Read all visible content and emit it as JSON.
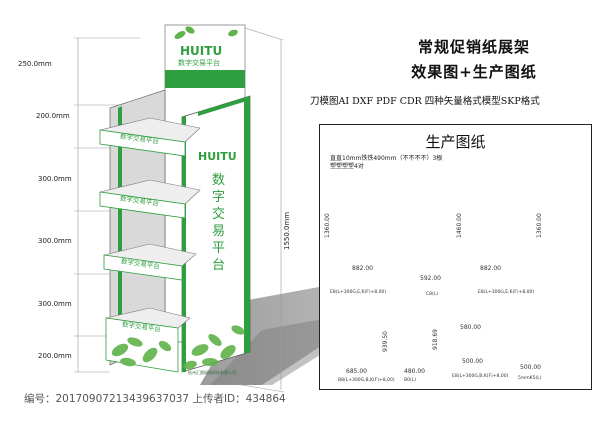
{
  "header": {
    "title_line1": "常规促销纸展架",
    "title_line2": "效果图+生产图纸",
    "formats": "刀模图AI  DXF PDF CDR 四种矢量格式模型SKP格式"
  },
  "render": {
    "top_logo": "HUITU",
    "top_tagline": "数字交易平台",
    "side_logo": "HUITU",
    "side_tagline": "数字交易平台",
    "shelf_label": "数字交易平台",
    "bottom_small_text": "杭州汇图网络科技有限公司",
    "dims_left": [
      "250.0mm",
      "200.0mm",
      "300.0mm",
      "300.0mm",
      "300.0mm",
      "200.0mm"
    ],
    "dim_total": "1550.0mm",
    "brand_color": "#2e9e3f"
  },
  "production": {
    "title": "生产图纸",
    "note_line1": "直直10mm铁铁490mm（不不不不）3根",
    "note_line2": "塑塑塑塑4对",
    "parts": [
      {
        "width": "882.00",
        "height": "1360.00",
        "caption": "E8(L+300G,E,K(F)+8,00)"
      },
      {
        "width": "592.00",
        "height": "1460.00",
        "caption": "C8(L)"
      },
      {
        "width": "882.00",
        "height": "1360.00",
        "caption": "E8(L+300G,E,K(F)+8,00)"
      },
      {
        "width": "685.00",
        "height": "939.50",
        "caption": "B8(L+300G,B,K(F)+8,00)"
      },
      {
        "width": "480.00",
        "height": "918.69",
        "caption": "B0(L)"
      },
      {
        "width": "580.00",
        "height": "",
        "caption": "E8(L+300G,B,K(F)+8,00)"
      },
      {
        "width": "500.00",
        "height": "",
        "caption": "5mmK5(L)"
      }
    ],
    "part_names": {
      "p580_inner": "",
      "p580_sub": "500.00"
    }
  },
  "watermark": {
    "text": "编号：20170907213439637037 上传者ID：434864"
  }
}
